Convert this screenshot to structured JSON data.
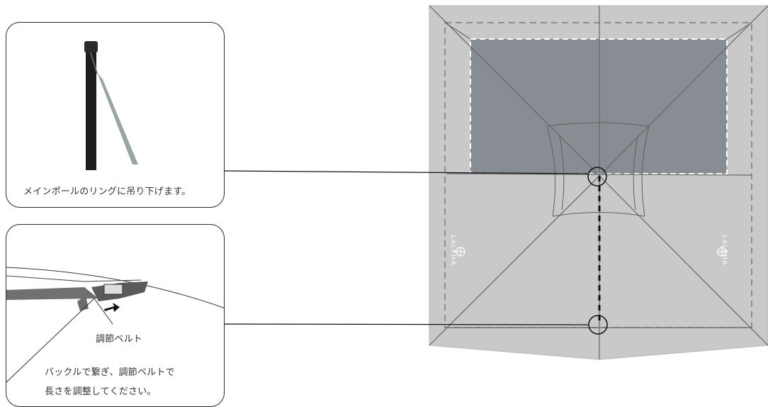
{
  "callouts": {
    "top": {
      "caption": "メインポールのリングに吊り下げます。"
    },
    "bottom": {
      "belt_label": "調節ベルト",
      "instruction_line1": "バックルで繋ぎ、調節ベルトで",
      "instruction_line2": "長さを調整してください。"
    }
  },
  "tent": {
    "brand_left": "LALPHA",
    "brand_right": "LALPHA",
    "colors": {
      "fabric": "#c9c9c9",
      "panel": "#878d92",
      "seam": "#666666",
      "dash": "#ffffff"
    }
  }
}
